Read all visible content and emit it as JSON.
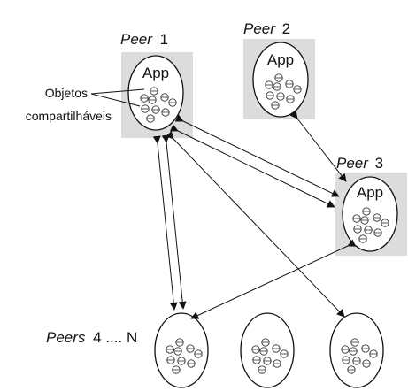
{
  "peers": {
    "peer1": {
      "name_prefix": "Peer",
      "name_num": "1",
      "app_label": "App"
    },
    "peer2": {
      "name_prefix": "Peer",
      "name_num": "2",
      "app_label": "App"
    },
    "peer3": {
      "name_prefix": "Peer",
      "name_num": "3",
      "app_label": "App"
    },
    "others": {
      "name_prefix": "Peers",
      "name_rest": "4 .... N"
    }
  },
  "annotation": {
    "line1": "Objetos",
    "line2": "compartilháveis"
  },
  "colors": {
    "box_fill": "#dcdcdc",
    "stroke": "#111111"
  }
}
